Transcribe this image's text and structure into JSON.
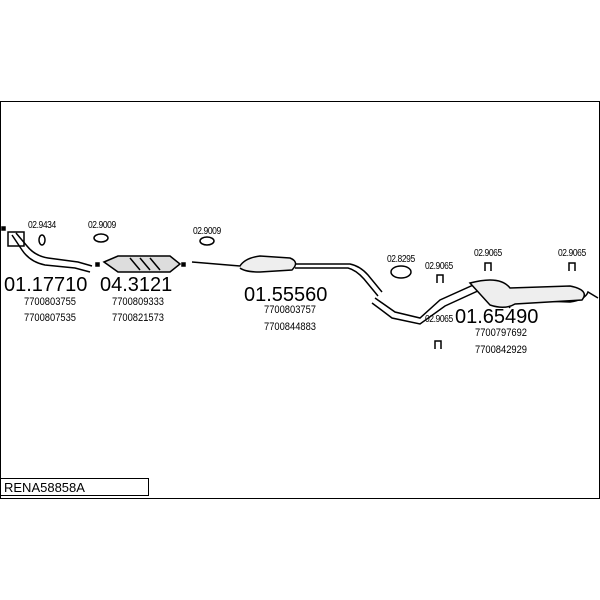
{
  "reference": "RENA58858A",
  "parts": [
    {
      "code": "01.17710",
      "numbers": [
        "7700803755",
        "7700807535"
      ]
    },
    {
      "code": "04.3121",
      "numbers": [
        "7700809333",
        "7700821573"
      ]
    },
    {
      "code": "01.55560",
      "numbers": [
        "7700803757",
        "7700844883"
      ]
    },
    {
      "code": "01.65490",
      "numbers": [
        "7700797692",
        "7700842929"
      ]
    }
  ],
  "fittings": [
    "02.9434",
    "02.9009",
    "02.9009",
    "02.8295",
    "02.9065",
    "02.9065",
    "02.9065",
    "02.9065"
  ]
}
